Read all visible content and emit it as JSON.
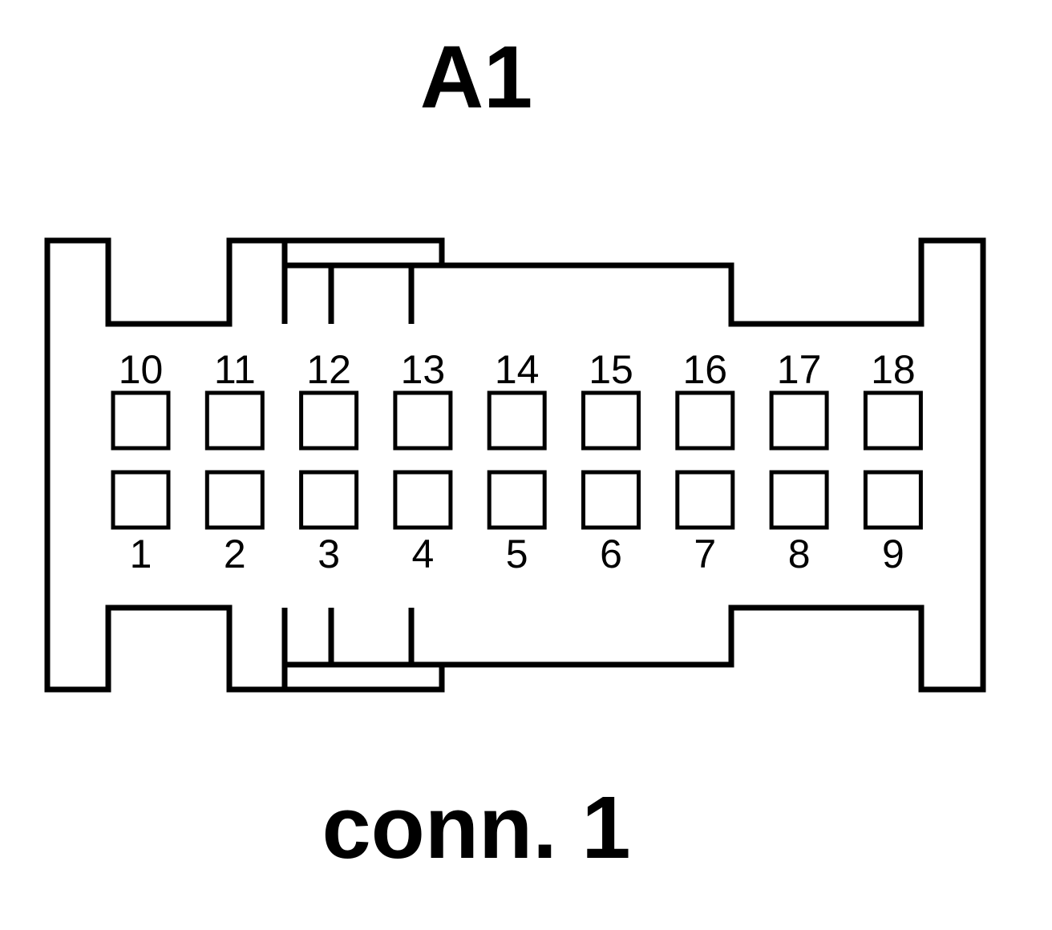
{
  "connector_id": "A1",
  "connector_caption": "conn. 1",
  "pins_top_row": [
    "10",
    "11",
    "12",
    "13",
    "14",
    "15",
    "16",
    "17",
    "18"
  ],
  "pins_bottom_row": [
    "1",
    "2",
    "3",
    "4",
    "5",
    "6",
    "7",
    "8",
    "9"
  ],
  "colors": {
    "stroke": "#000000",
    "background": "#ffffff"
  }
}
